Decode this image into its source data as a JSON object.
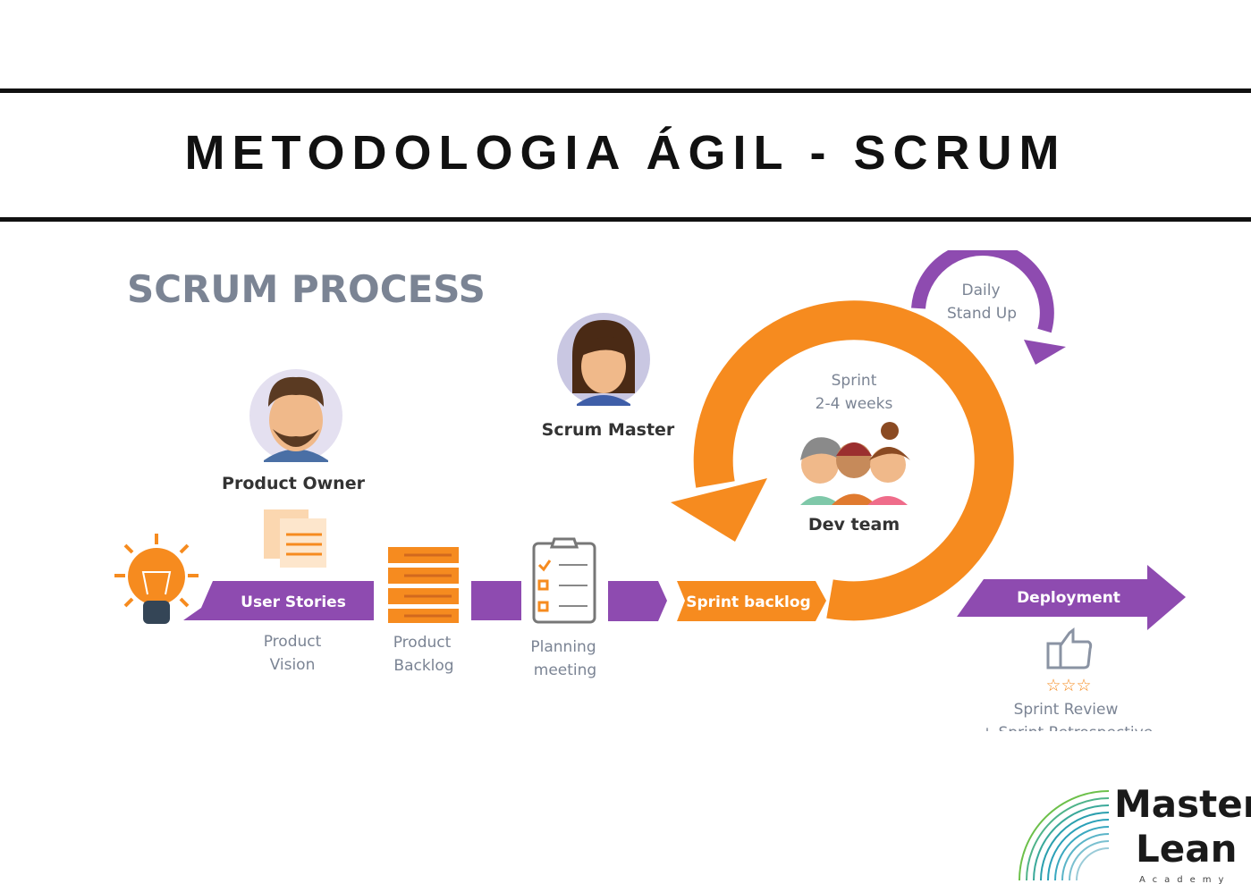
{
  "header": {
    "title": "METODOLOGIA ÁGIL - SCRUM"
  },
  "diagram": {
    "heading": "SCRUM PROCESS",
    "roles": {
      "product_owner": "Product Owner",
      "scrum_master": "Scrum Master",
      "dev_team": "Dev team"
    },
    "flow": {
      "user_stories": "User Stories",
      "product_vision": [
        "Product",
        "Vision"
      ],
      "product_backlog": [
        "Product",
        "Backlog"
      ],
      "planning_meeting": [
        "Planning",
        "meeting"
      ],
      "sprint_backlog": "Sprint backlog",
      "deployment": "Deployment"
    },
    "sprint": [
      "Sprint",
      "2-4 weeks"
    ],
    "daily": [
      "Daily",
      "Stand Up"
    ],
    "review": [
      "Sprint Review",
      "+ Sprint Retrospective"
    ],
    "colors": {
      "purple": "#8e4bb0",
      "orange": "#f68b1f",
      "gray": "#7b8494"
    }
  },
  "logo": {
    "line1": "Master",
    "line2": "Lean",
    "line3": "Academy"
  }
}
